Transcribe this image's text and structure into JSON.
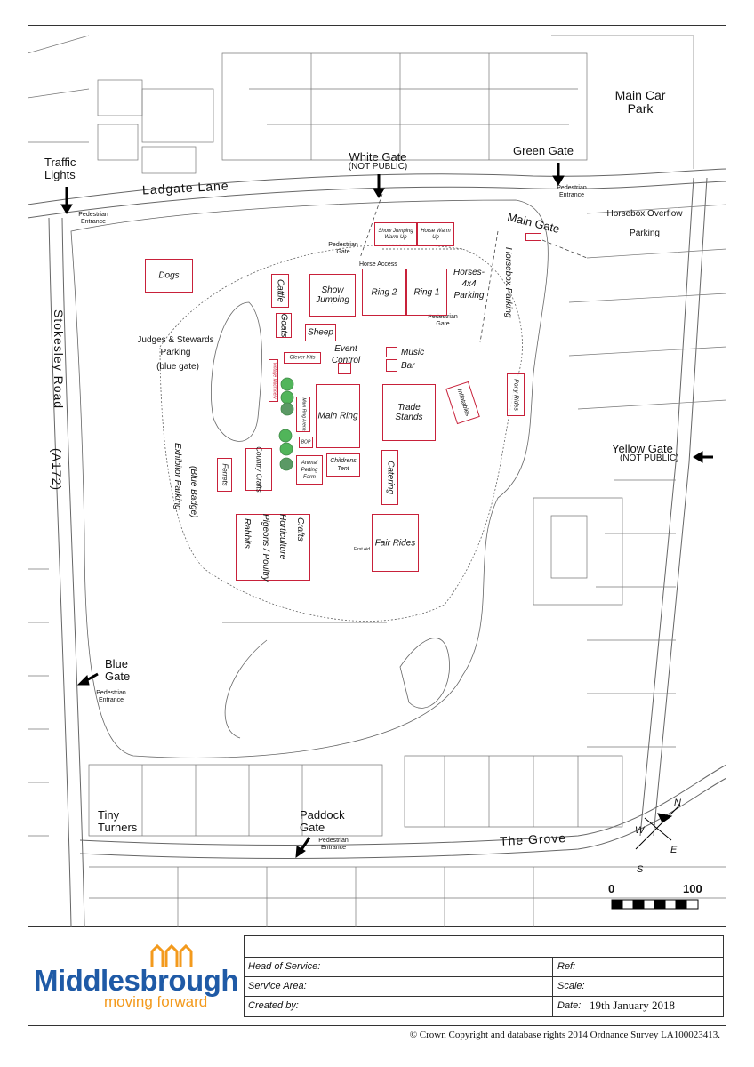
{
  "map": {
    "roads": {
      "ladgate_lane": "Ladgate     Lane",
      "stokesley_road": "Stokesley     Road",
      "a172": "(A172)",
      "the_grove": "The  Grove"
    },
    "gates": {
      "traffic_lights": "Traffic Lights",
      "white_gate": "White Gate",
      "white_gate_note": "(NOT PUBLIC)",
      "green_gate": "Green Gate",
      "main_gate": "Main Gate",
      "yellow_gate": "Yellow Gate",
      "yellow_gate_note": "(NOT PUBLIC)",
      "blue_gate": "Blue Gate",
      "paddock_gate": "Paddock Gate",
      "tiny_turners": "Tiny Turners"
    },
    "pedestrian": {
      "label": "Pedestrian Entrance",
      "pedestrian_gate": "Pedestrian Gate",
      "horse_access": "Horse Access"
    },
    "areas": {
      "main_car_park": "Main Car Park",
      "horsebox_overflow": "Horsebox Overflow Parking",
      "horsebox_parking": "Horsebox  Parking",
      "horses_parking": "Horses-4x4 Parking",
      "judges_parking": "Judges & Stewards Parking",
      "blue_gate_note": "(blue gate)",
      "exhibitor_parking": "Exhibitor Parking",
      "blue_badge": "(Blue Badge)"
    },
    "venues": {
      "show_jumping_warm_up": "Show Jumping Warm Up",
      "horse_warm_up": "Horse Warm Up",
      "dogs": "Dogs",
      "cattle": "Cattle",
      "show_jumping": "Show Jumping",
      "ring_2": "Ring 2",
      "ring_1": "Ring 1",
      "goats": "Goats",
      "sheep": "Sheep",
      "event_control": "Event Control",
      "music": "Music",
      "bar": "Bar",
      "clever_kits": "Clever Kits",
      "vintage_machinery": "Vintage Machinery",
      "main_ring_arena": "Main Ring Arena",
      "main_ring": "Main Ring",
      "trade_stands": "Trade Stands",
      "inflatables": "Inflatables",
      "pony_rides": "Pony Rides",
      "bop": "BOP",
      "animal_petting_farm": "Animal Petting Farm",
      "childrens_tent": "Childrens Tent",
      "country_crafts": "Country Crafts",
      "ferrets": "Ferrets",
      "catering": "Catering",
      "fair_rides": "Fair Rides",
      "crafts": "Crafts",
      "horticulture": "Horticulture",
      "pigeons_poultry": "Pigeons / Poultry",
      "rabbits": "Rabbits",
      "first_aid": "First Aid"
    },
    "north": "N",
    "south": "S",
    "east": "E",
    "west": "W",
    "scale_start": "0",
    "scale_end": "100",
    "colors": {
      "venue_outline": "#c8213a",
      "tree_green": "#3fae49",
      "line": "#555555"
    }
  },
  "titleblock": {
    "logo_name": "Middlesbrough",
    "logo_tagline": "moving forward",
    "head_of_service_label": "Head of Service:",
    "service_area_label": "Service Area:",
    "created_by_label": "Created by:",
    "ref_label": "Ref:",
    "scale_label": "Scale:",
    "date_label": "Date:",
    "date_value": "19th January 2018",
    "copyright": "© Crown Copyright and database rights 2014 Ordnance Survey LA100023413."
  }
}
